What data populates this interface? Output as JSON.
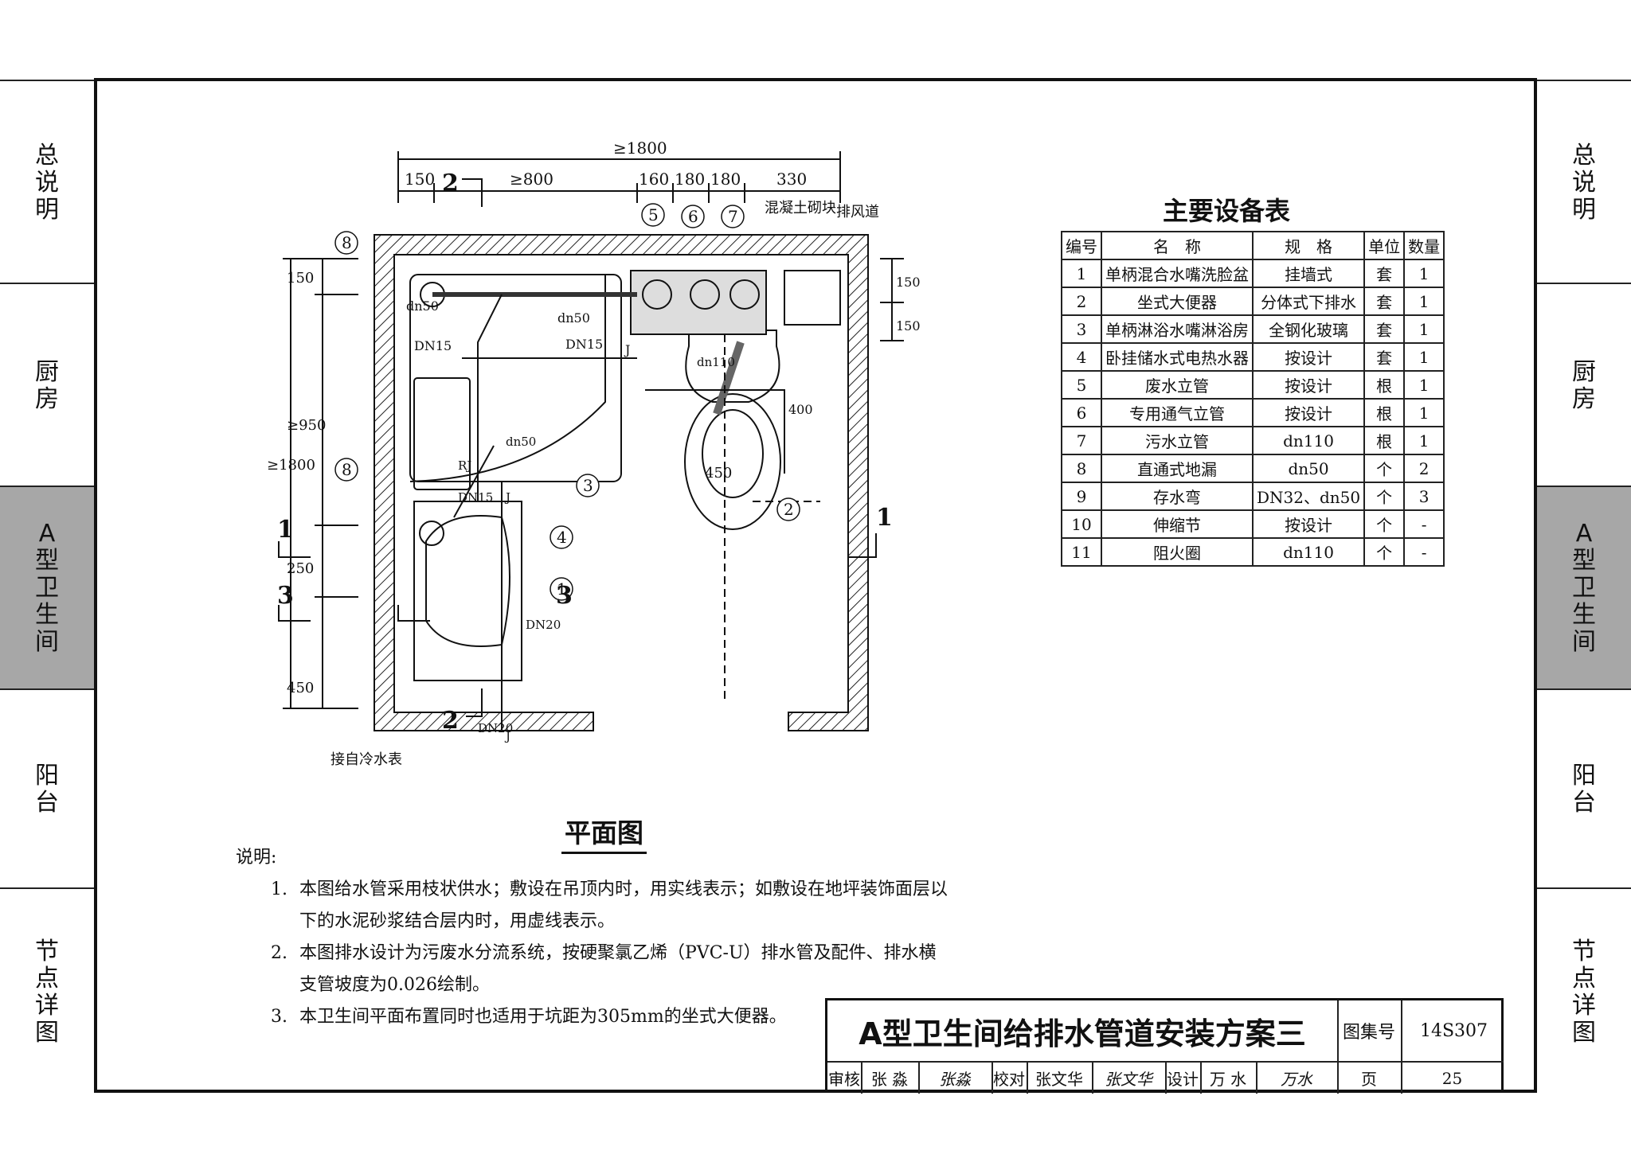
{
  "left_tabs": [
    "总说明",
    "厨房",
    "A型卫生间",
    "阳台",
    "节点详图"
  ],
  "right_tabs": [
    "总说明",
    "厨房",
    "A型卫生间",
    "阳台",
    "节点详图"
  ],
  "active_tab": "A型卫生间",
  "plan": {
    "title": "平面图",
    "dims_top": {
      "overall": "≥1800",
      "d1": "150",
      "d2": "≥800",
      "d3": "160",
      "d4": "180",
      "d5": "180",
      "d6": "330"
    },
    "dims_left": {
      "overall": "≥1800",
      "d1": "150",
      "d2": "≥950",
      "d3": "250",
      "d4": "450"
    },
    "dims_right": {
      "d1": "150",
      "d2": "150"
    },
    "labels": {
      "concrete_block": "混凝土砌块",
      "exhaust_duct": "排风道",
      "from_cold_meter": "接自冷水表",
      "dn50_a": "dn50",
      "dn50_b": "dn50",
      "dn50_v": "dn50",
      "dn15_a": "DN15",
      "dn15_b": "DN15",
      "dn15_v": "DN15",
      "dn110": "dn110",
      "dn20_a": "DN20",
      "dn20_b": "DN20",
      "rj": "RJ",
      "j1": "J",
      "j2": "J",
      "j3": "J",
      "dim_400": "400",
      "dim_450": "450"
    },
    "callouts": [
      "1",
      "2",
      "3",
      "4",
      "5",
      "6",
      "7",
      "8",
      "8"
    ],
    "section_marks": [
      "1",
      "1",
      "2",
      "2",
      "3",
      "3"
    ]
  },
  "notes": {
    "heading": "说明:",
    "items": [
      {
        "num": "1.",
        "text": "本图给水管采用枝状供水；敷设在吊顶内时，用实线表示；如敷设在地坪装饰面层以下的水泥砂浆结合层内时，用虚线表示。"
      },
      {
        "num": "2.",
        "text": "本图排水设计为污废水分流系统，按硬聚氯乙烯（PVC-U）排水管及配件、排水横支管坡度为0.026绘制。"
      },
      {
        "num": "3.",
        "text": "本卫生间平面布置同时也适用于坑距为305mm的坐式大便器。"
      }
    ]
  },
  "equipment": {
    "title": "主要设备表",
    "headers": [
      "编号",
      "名　称",
      "规　格",
      "单位",
      "数量"
    ],
    "rows": [
      [
        "1",
        "单柄混合水嘴洗脸盆",
        "挂墙式",
        "套",
        "1"
      ],
      [
        "2",
        "坐式大便器",
        "分体式下排水",
        "套",
        "1"
      ],
      [
        "3",
        "单柄淋浴水嘴淋浴房",
        "全钢化玻璃",
        "套",
        "1"
      ],
      [
        "4",
        "卧挂储水式电热水器",
        "按设计",
        "套",
        "1"
      ],
      [
        "5",
        "废水立管",
        "按设计",
        "根",
        "1"
      ],
      [
        "6",
        "专用通气立管",
        "按设计",
        "根",
        "1"
      ],
      [
        "7",
        "污水立管",
        "dn110",
        "根",
        "1"
      ],
      [
        "8",
        "直通式地漏",
        "dn50",
        "个",
        "2"
      ],
      [
        "9",
        "存水弯",
        "DN32、dn50",
        "个",
        "3"
      ],
      [
        "10",
        "伸缩节",
        "按设计",
        "个",
        "-"
      ],
      [
        "11",
        "阻火圈",
        "dn110",
        "个",
        "-"
      ]
    ]
  },
  "title_block": {
    "title": "A型卫生间给排水管道安装方案三",
    "atlas_label": "图集号",
    "atlas_no": "14S307",
    "page_label": "页",
    "page_no": "25",
    "review_label": "审核",
    "reviewer": "张 淼",
    "reviewer_sig": "张淼",
    "check_label": "校对",
    "checker": "张文华",
    "checker_sig": "张文华",
    "design_label": "设计",
    "designer": "万 水",
    "designer_sig": "万水"
  }
}
